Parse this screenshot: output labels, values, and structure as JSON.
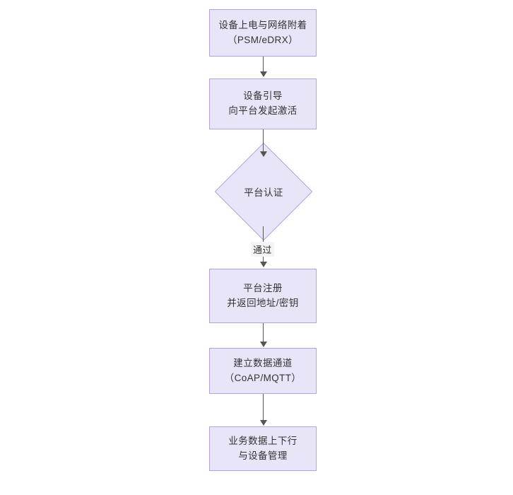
{
  "diagram": {
    "type": "flowchart",
    "orientation": "top-to-bottom",
    "background_color": "#ffffff",
    "node_fill_color": "#e9e5f9",
    "node_border_color": "#b3a0dd",
    "connector_color": "#555555",
    "text_color": "#333333",
    "nodes": [
      {
        "id": "power-on",
        "shape": "rectangle",
        "line1": "设备上电与网络附着",
        "line2": "（PSM/eDRX）"
      },
      {
        "id": "bootstrap",
        "shape": "rectangle",
        "line1": "设备引导",
        "line2": "向平台发起激活"
      },
      {
        "id": "platform-auth",
        "shape": "diamond",
        "line1": "平台认证",
        "line2": ""
      },
      {
        "id": "platform-register",
        "shape": "rectangle",
        "line1": "平台注册",
        "line2": "并返回地址/密钥"
      },
      {
        "id": "data-channel",
        "shape": "rectangle",
        "line1": "建立数据通道",
        "line2": "（CoAP/MQTT）"
      },
      {
        "id": "service-data",
        "shape": "rectangle",
        "line1": "业务数据上下行",
        "line2": "与设备管理"
      }
    ],
    "edges": [
      {
        "id": "e1",
        "from": "power-on",
        "to": "bootstrap",
        "label": ""
      },
      {
        "id": "e2",
        "from": "bootstrap",
        "to": "platform-auth",
        "label": ""
      },
      {
        "id": "e3",
        "from": "platform-auth",
        "to": "platform-register",
        "label": "通过"
      },
      {
        "id": "e4",
        "from": "platform-register",
        "to": "data-channel",
        "label": ""
      },
      {
        "id": "e5",
        "from": "data-channel",
        "to": "service-data",
        "label": ""
      }
    ]
  }
}
